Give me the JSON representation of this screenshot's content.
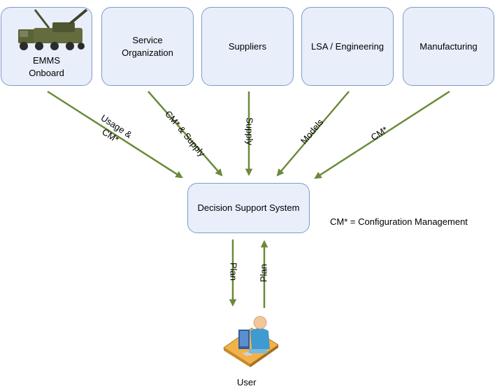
{
  "boxes": {
    "emms": {
      "line1": "EMMS",
      "line2": "Onboard"
    },
    "service": {
      "line1": "Service",
      "line2": "Organization"
    },
    "suppliers": {
      "label": "Suppliers"
    },
    "lsa": {
      "label": "LSA / Engineering"
    },
    "manufacturing": {
      "label": "Manufacturing"
    },
    "dss": {
      "label": "Decision Support System"
    }
  },
  "edges": {
    "usage_line1": "Usage &",
    "usage_line2": "CM*",
    "cm_supply": "CM* & Supply",
    "supply": "Supply",
    "models": "Models",
    "cm": "CM*",
    "plan_down": "Plan",
    "plan_up": "Plan"
  },
  "note": "CM* = Configuration Management",
  "user": {
    "label": "User"
  },
  "colors": {
    "arrow": "#6a8a3a",
    "box_fill": "#e8eefa",
    "box_border": "#7f9cc8"
  },
  "icons": [
    "howitzer-vehicle-icon",
    "user-at-computer-icon"
  ]
}
